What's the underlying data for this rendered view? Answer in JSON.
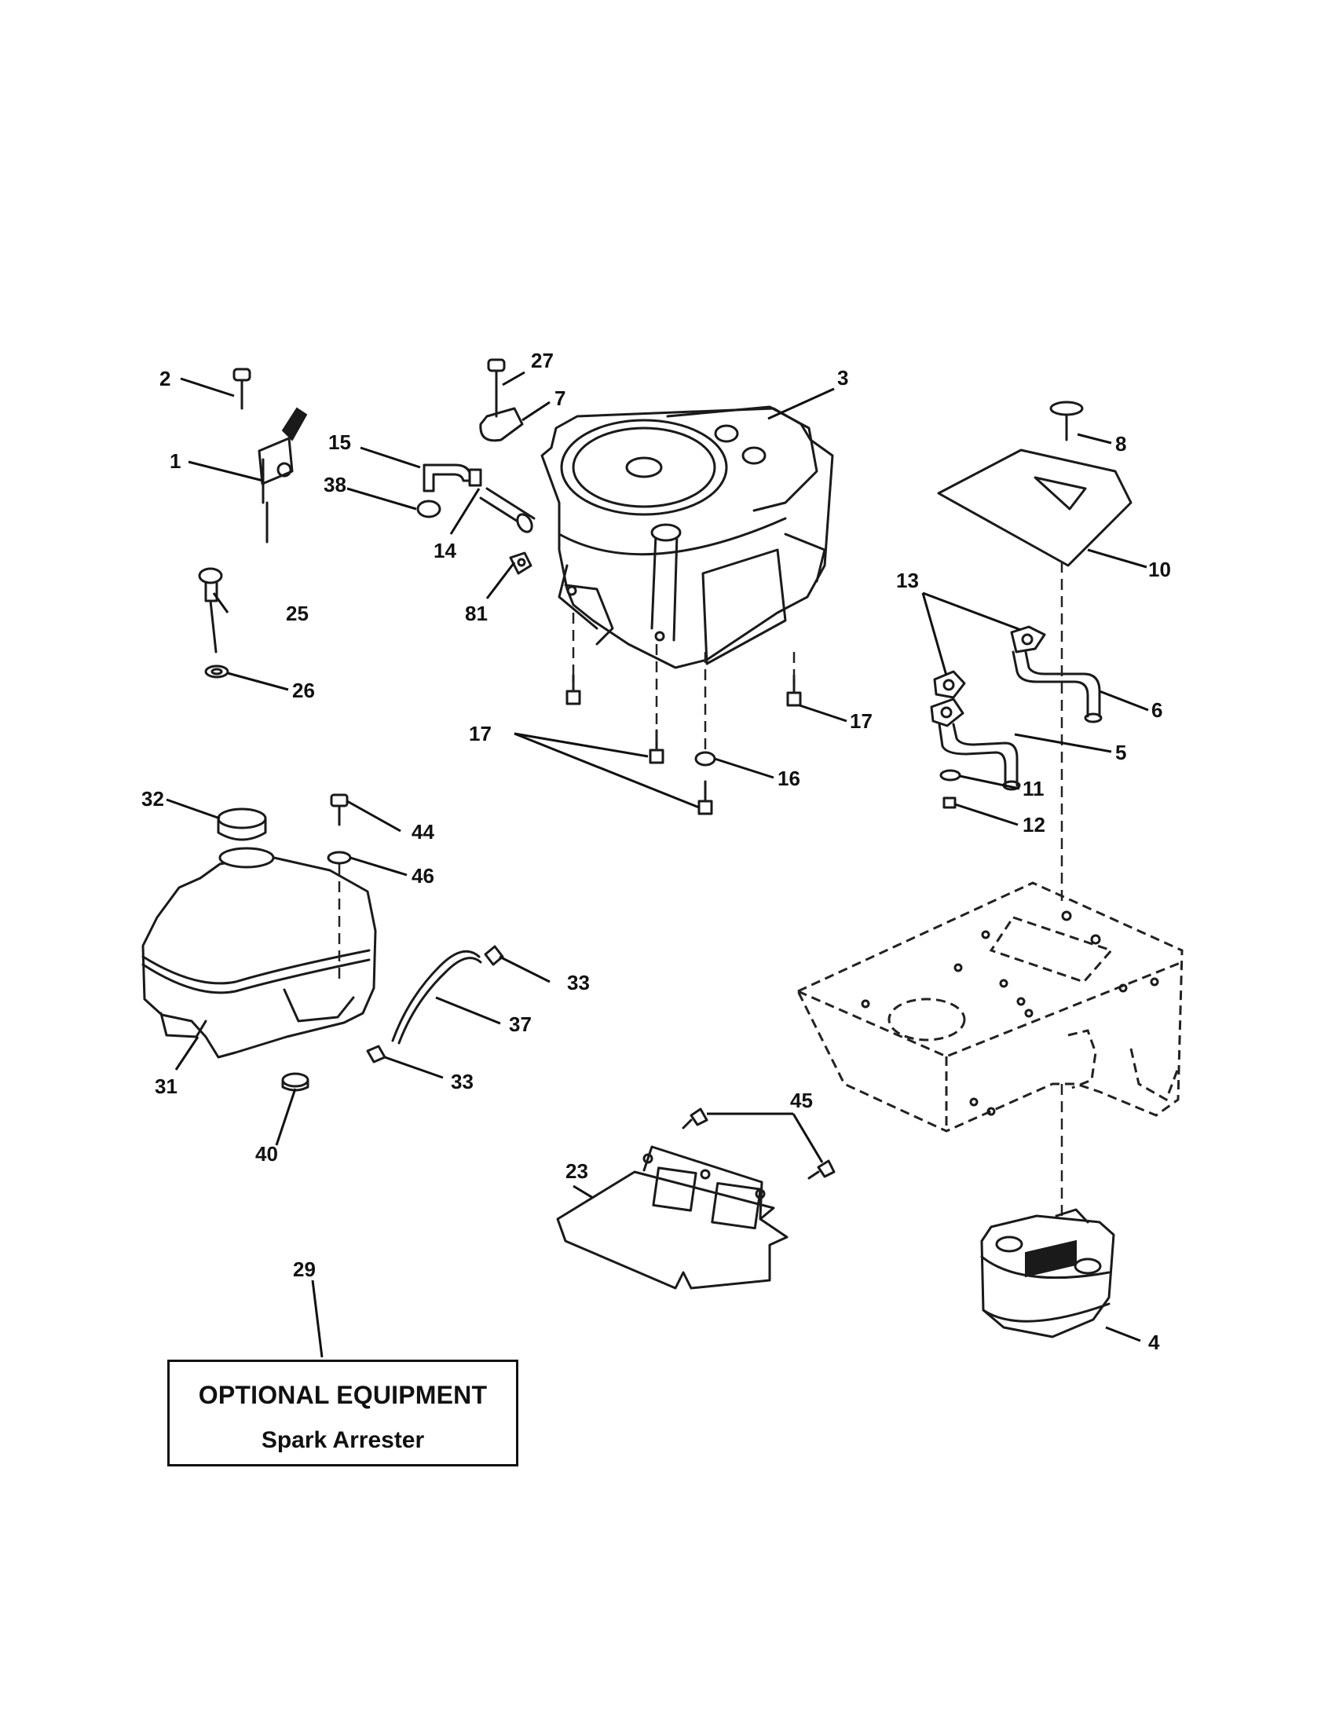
{
  "callouts": {
    "c1": "1",
    "c2": "2",
    "c3": "3",
    "c4": "4",
    "c5": "5",
    "c6": "6",
    "c7": "7",
    "c8": "8",
    "c10": "10",
    "c11": "11",
    "c12": "12",
    "c13": "13",
    "c14": "14",
    "c15": "15",
    "c16": "16",
    "c17a": "17",
    "c17b": "17",
    "c23": "23",
    "c25": "25",
    "c26": "26",
    "c27": "27",
    "c29": "29",
    "c31": "31",
    "c32": "32",
    "c33a": "33",
    "c33b": "33",
    "c37": "37",
    "c38": "38",
    "c40": "40",
    "c44": "44",
    "c45": "45",
    "c46": "46",
    "c81": "81"
  },
  "note": {
    "title": "OPTIONAL EQUIPMENT",
    "subtitle": "Spark Arrester"
  }
}
